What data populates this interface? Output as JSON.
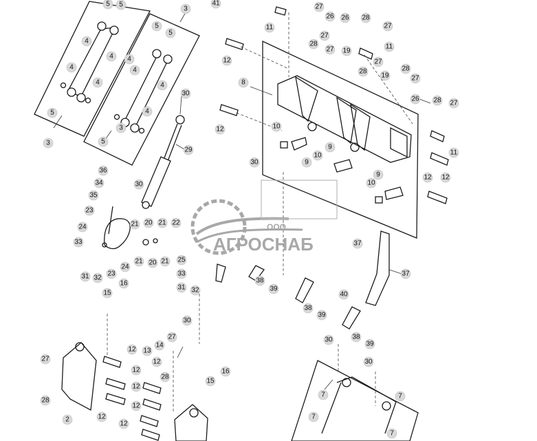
{
  "watermark": {
    "prefix": "ООО",
    "brand": "АГРОСНАБ"
  },
  "colors": {
    "line": "#1a1a1a",
    "callout": "#d9d9d9",
    "watermark": "#9a9a9a"
  },
  "callouts": [
    {
      "label": "5"
    },
    {
      "label": "5"
    },
    {
      "label": "4"
    },
    {
      "label": "4"
    },
    {
      "label": "4"
    },
    {
      "label": "4"
    },
    {
      "label": "5"
    },
    {
      "label": "3"
    },
    {
      "label": "3"
    },
    {
      "label": "5"
    },
    {
      "label": "5"
    },
    {
      "label": "4"
    },
    {
      "label": "4"
    },
    {
      "label": "4"
    },
    {
      "label": "4"
    },
    {
      "label": "5"
    },
    {
      "label": "3"
    },
    {
      "label": "41"
    },
    {
      "label": "27"
    },
    {
      "label": "11"
    },
    {
      "label": "26"
    },
    {
      "label": "26"
    },
    {
      "label": "28"
    },
    {
      "label": "27"
    },
    {
      "label": "12"
    },
    {
      "label": "28"
    },
    {
      "label": "27"
    },
    {
      "label": "27"
    },
    {
      "label": "19"
    },
    {
      "label": "11"
    },
    {
      "label": "8"
    },
    {
      "label": "27"
    },
    {
      "label": "28"
    },
    {
      "label": "19"
    },
    {
      "label": "28"
    },
    {
      "label": "27"
    },
    {
      "label": "26"
    },
    {
      "label": "28"
    },
    {
      "label": "27"
    },
    {
      "label": "12"
    },
    {
      "label": "10"
    },
    {
      "label": "9"
    },
    {
      "label": "9"
    },
    {
      "label": "10"
    },
    {
      "label": "11"
    },
    {
      "label": "12"
    },
    {
      "label": "12"
    },
    {
      "label": "9"
    },
    {
      "label": "10"
    },
    {
      "label": "30"
    },
    {
      "label": "29"
    },
    {
      "label": "30"
    },
    {
      "label": "36"
    },
    {
      "label": "34"
    },
    {
      "label": "35"
    },
    {
      "label": "30"
    },
    {
      "label": "23"
    },
    {
      "label": "24"
    },
    {
      "label": "33"
    },
    {
      "label": "21"
    },
    {
      "label": "20"
    },
    {
      "label": "21"
    },
    {
      "label": "22"
    },
    {
      "label": "37"
    },
    {
      "label": "24"
    },
    {
      "label": "21"
    },
    {
      "label": "20"
    },
    {
      "label": "21"
    },
    {
      "label": "25"
    },
    {
      "label": "23"
    },
    {
      "label": "31"
    },
    {
      "label": "32"
    },
    {
      "label": "33"
    },
    {
      "label": "31"
    },
    {
      "label": "32"
    },
    {
      "label": "38"
    },
    {
      "label": "39"
    },
    {
      "label": "37"
    },
    {
      "label": "38"
    },
    {
      "label": "39"
    },
    {
      "label": "40"
    },
    {
      "label": "38"
    },
    {
      "label": "39"
    },
    {
      "label": "16"
    },
    {
      "label": "15"
    },
    {
      "label": "30"
    },
    {
      "label": "14"
    },
    {
      "label": "13"
    },
    {
      "label": "27"
    },
    {
      "label": "12"
    },
    {
      "label": "12"
    },
    {
      "label": "28"
    },
    {
      "label": "27"
    },
    {
      "label": "12"
    },
    {
      "label": "28"
    },
    {
      "label": "12"
    },
    {
      "label": "2"
    },
    {
      "label": "12"
    },
    {
      "label": "12"
    },
    {
      "label": "15"
    },
    {
      "label": "16"
    },
    {
      "label": "12"
    },
    {
      "label": "30"
    },
    {
      "label": "30"
    },
    {
      "label": "7"
    },
    {
      "label": "7"
    },
    {
      "label": "7"
    },
    {
      "label": "7"
    }
  ]
}
